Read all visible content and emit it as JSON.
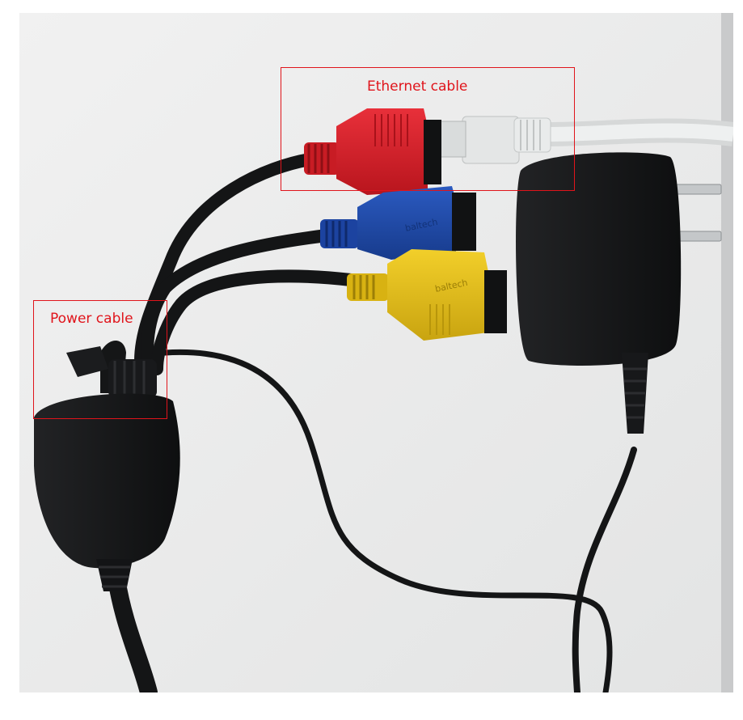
{
  "annotations": [
    {
      "id": "ethernet",
      "label": "Ethernet cable",
      "color": "#e0141b"
    },
    {
      "id": "power",
      "label": "Power cable",
      "color": "#e0141b"
    }
  ],
  "photo": {
    "background": "#eceded",
    "shadow_strip": "#c9cacb",
    "connector_colors": {
      "red": "#d9202a",
      "blue": "#1f49a8",
      "yellow": "#e6bf16",
      "white": "#e4e6e6",
      "black": "#151617"
    },
    "brand_marks": [
      "baltech",
      "baltech"
    ]
  }
}
